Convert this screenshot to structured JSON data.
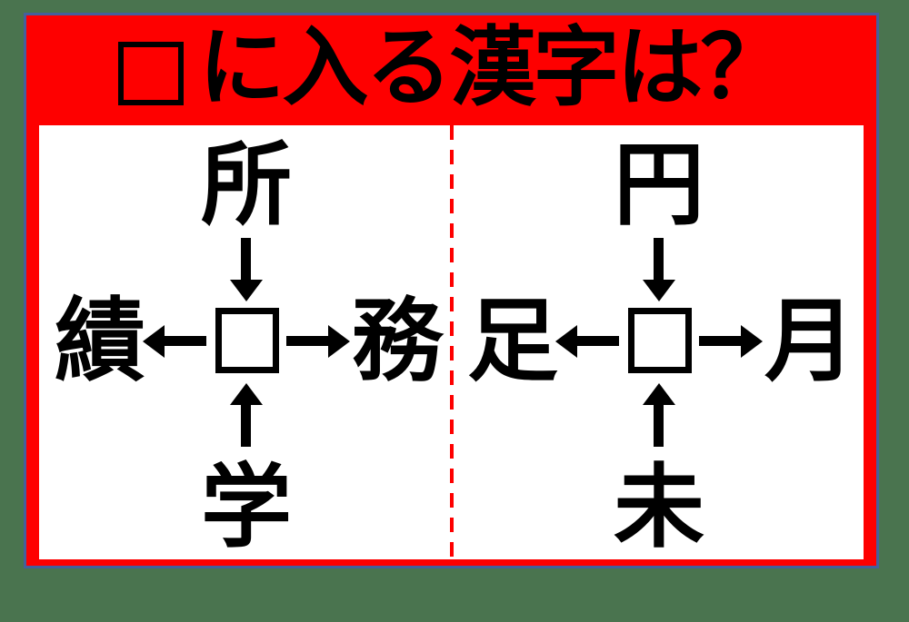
{
  "title": {
    "box_symbol": "□",
    "text": "に入る漢字は？",
    "full_title": "□に入る漢字は？"
  },
  "puzzles": [
    {
      "id": "left",
      "top": "所",
      "left": "績",
      "right": "務",
      "bottom": "学",
      "center_symbol": "□",
      "arrows": [
        "top-to-center",
        "center-to-left",
        "center-to-right",
        "bottom-to-center"
      ]
    },
    {
      "id": "right",
      "top": "円",
      "left": "足",
      "right": "月",
      "bottom": "未",
      "center_symbol": "□",
      "arrows": [
        "top-to-center",
        "center-to-left",
        "center-to-right",
        "bottom-to-center"
      ]
    }
  ],
  "colors": {
    "banner_red": "#fe0000",
    "frame_blue": "#45609c",
    "background_green": "#4a744f",
    "ink_black": "#000000",
    "panel_white": "#ffffff"
  }
}
